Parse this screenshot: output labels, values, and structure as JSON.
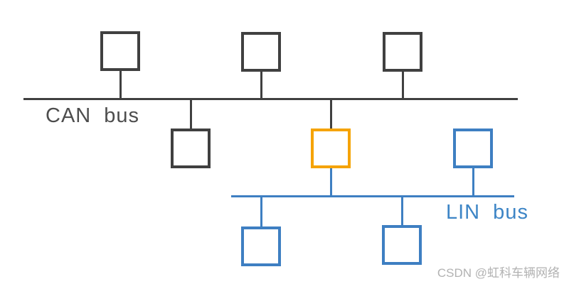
{
  "diagram": {
    "type": "network-topology",
    "background": "#ffffff",
    "colors": {
      "can_bus": "#404040",
      "can_label": "#4d4d4d",
      "lin_bus": "#3e7fc2",
      "lin_label": "#3d85c6",
      "gateway_node": "#f5a300",
      "node_fill": "#ffffff",
      "watermark": "#b2b2b2"
    },
    "can_bus": {
      "label": "CAN bus"
    },
    "lin_bus": {
      "label": "LIN bus"
    },
    "nodes": [
      {
        "id": "can-node-1",
        "border": "dark-gray",
        "attached_to": "CAN bus",
        "side": "above"
      },
      {
        "id": "can-node-2",
        "border": "dark-gray",
        "attached_to": "CAN bus",
        "side": "above"
      },
      {
        "id": "can-node-3",
        "border": "dark-gray",
        "attached_to": "CAN bus",
        "side": "above"
      },
      {
        "id": "can-node-4",
        "border": "dark-gray",
        "attached_to": "CAN bus",
        "side": "below"
      },
      {
        "id": "gateway-node",
        "border": "orange",
        "attached_to": "CAN bus and LIN bus",
        "side": "between"
      },
      {
        "id": "lin-node-1",
        "border": "blue",
        "attached_to": "LIN bus",
        "side": "above"
      },
      {
        "id": "lin-node-2",
        "border": "blue",
        "attached_to": "LIN bus",
        "side": "below"
      },
      {
        "id": "lin-node-3",
        "border": "blue",
        "attached_to": "LIN bus",
        "side": "below"
      }
    ],
    "watermark": {
      "text": "CSDN @虹科车辆网络"
    }
  }
}
